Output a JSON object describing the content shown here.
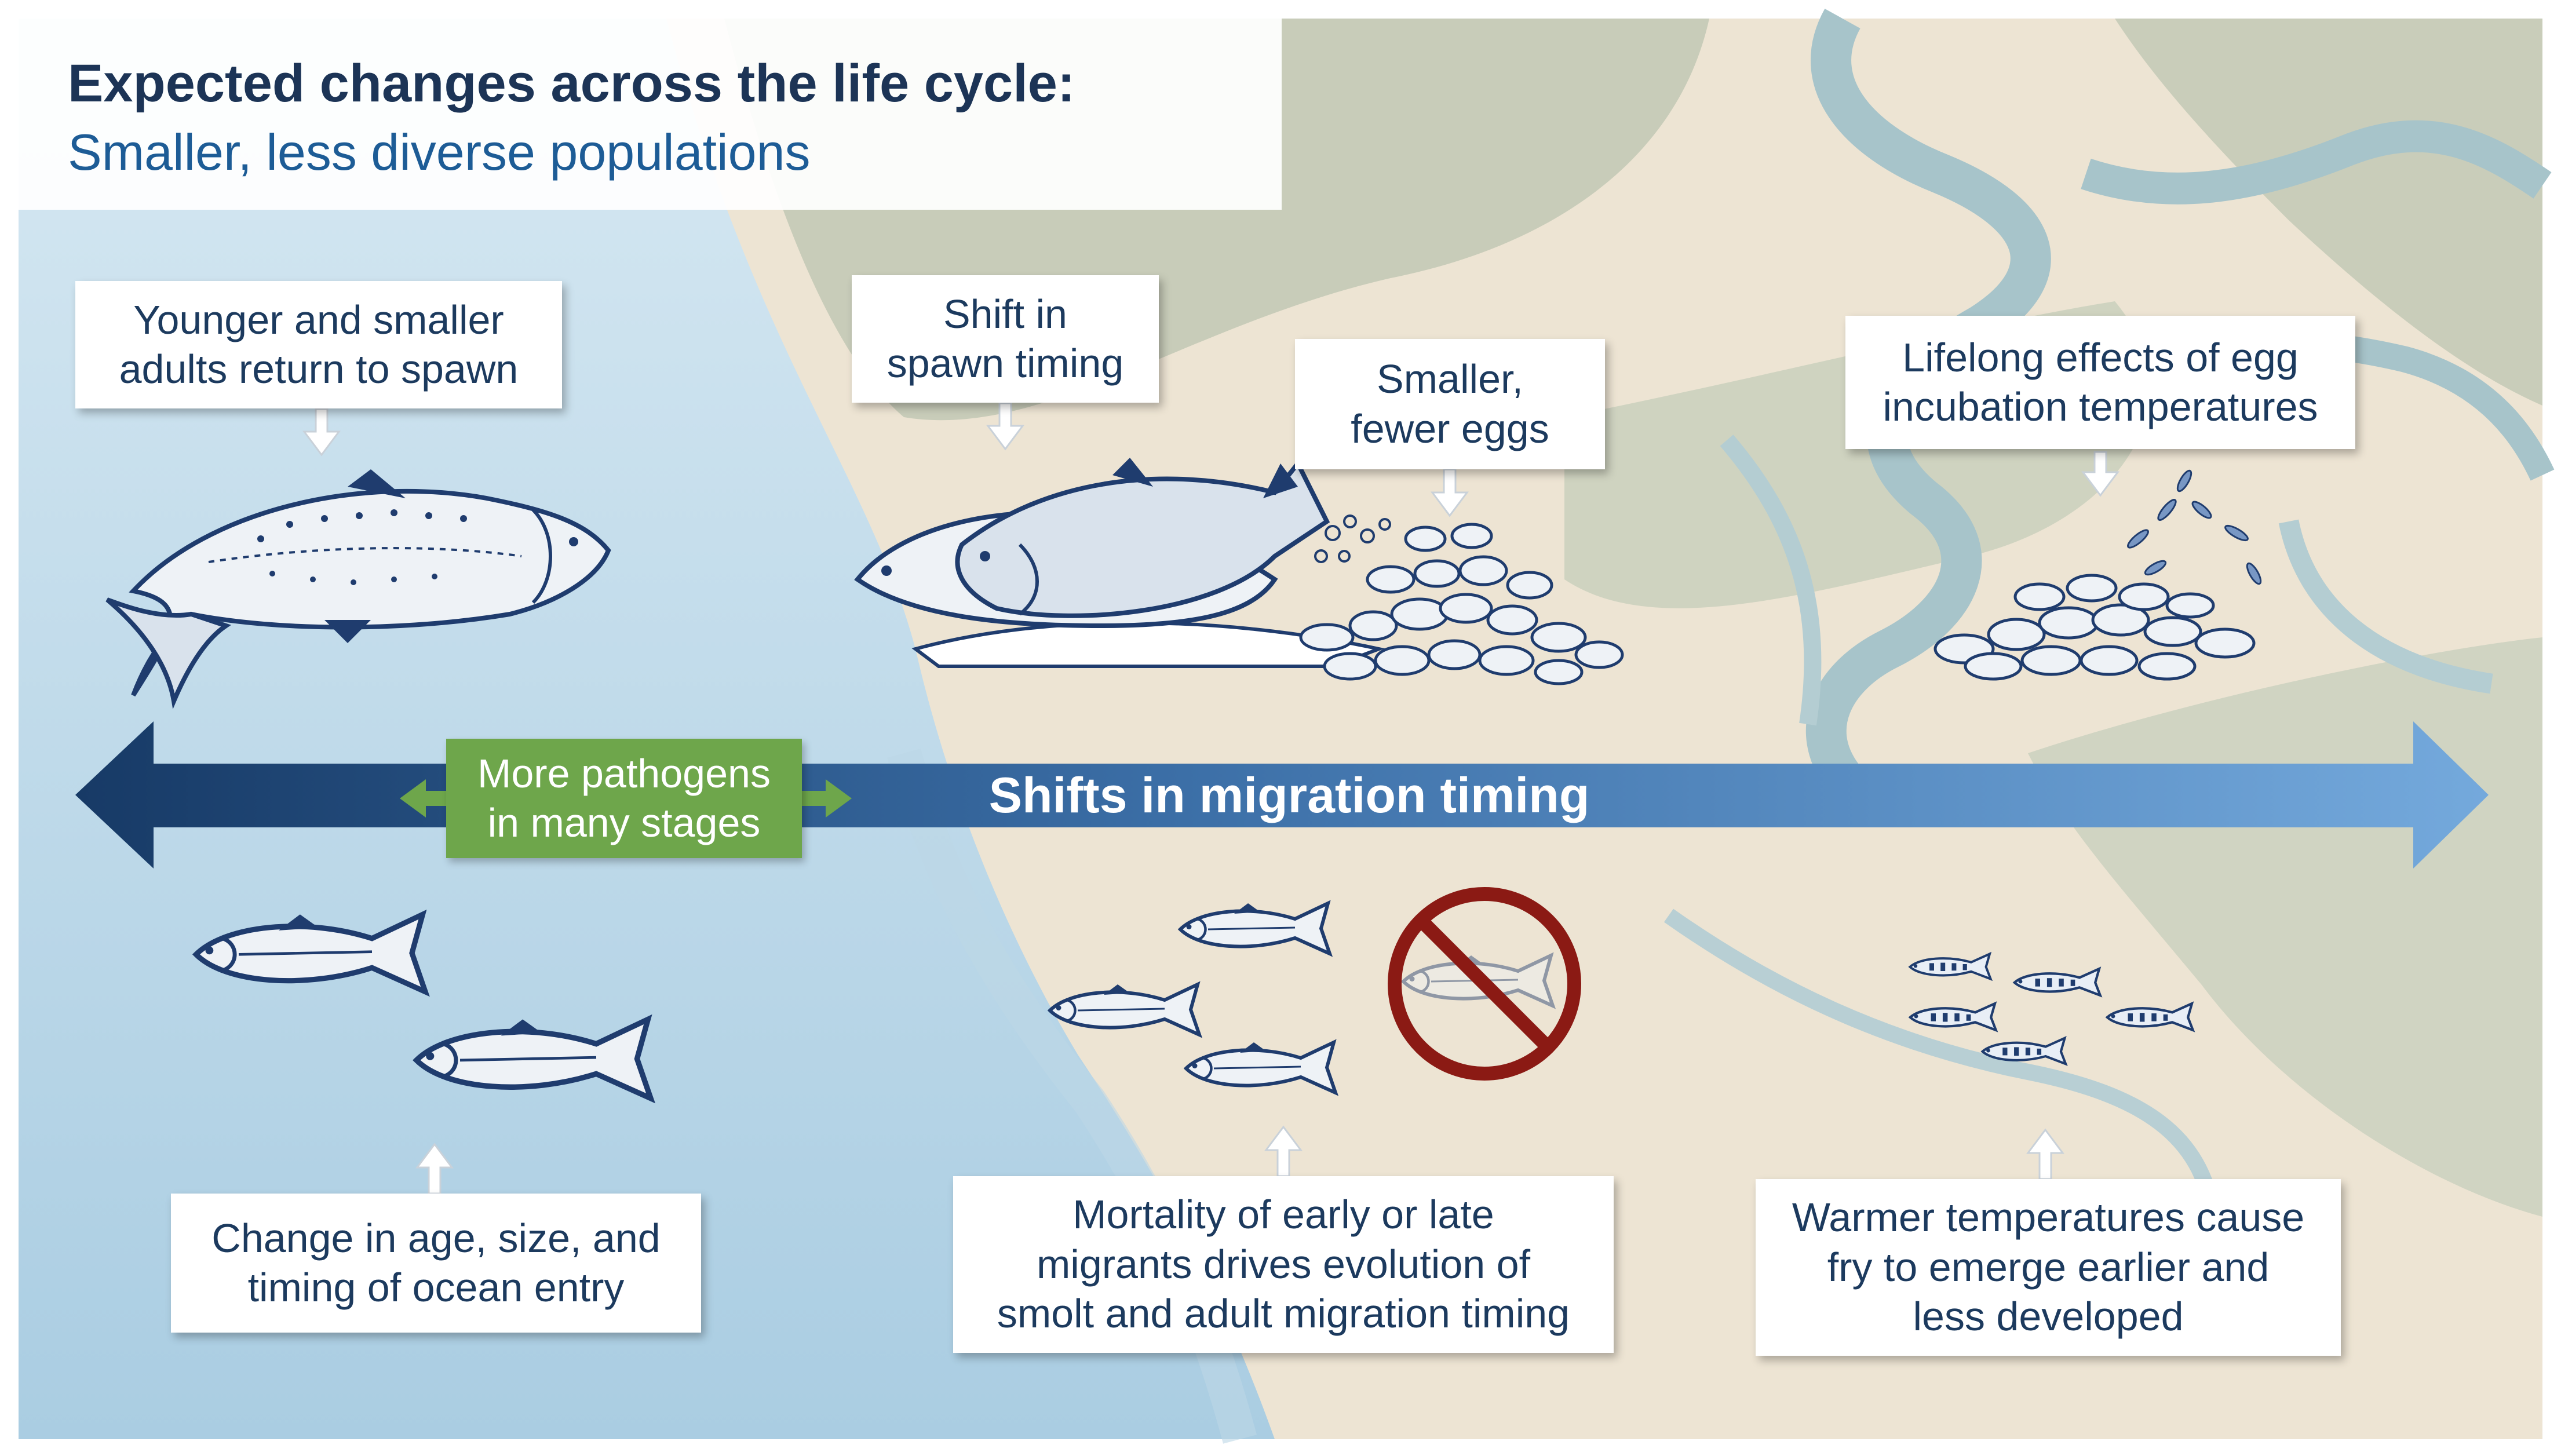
{
  "header": {
    "title": "Expected changes across the life  cycle:",
    "subtitle": "Smaller,  less diverse populations"
  },
  "boxes": {
    "adults_return": "Younger  and smaller\nadults return to spawn",
    "spawn_timing": "Shift in\nspawn timing",
    "fewer_eggs": "Smaller,\nfewer eggs",
    "egg_incubation": "Lifelong effects of egg\nincubation temperatures",
    "ocean_entry": "Change in age, size, and\ntiming of ocean entry",
    "migrant_mortality": "Mortality  of early or late\nmigrants drives evolution  of\nsmolt and adult migration timing",
    "fry_emergence": "Warmer temperatures  cause\nfry to emerge earlier and\nless developed"
  },
  "timeline": {
    "label": "Shifts in migration timing",
    "pathogens": "More pathogens\nin many stages"
  },
  "colors": {
    "ocean_light": "#cfe3ef",
    "ocean_dark": "#a9cde1",
    "sand": "#ede4d3",
    "land_green": "#c2c8b4",
    "river": "#a7c4ca",
    "fish_ink": "#1f3c6e",
    "arrow_dark": "#173a66",
    "arrow_light": "#74a9dc",
    "pathogen_green": "#6ea64b",
    "prohibition_red": "#8b1a14",
    "title_navy": "#1c3456",
    "subtitle_blue": "#1d5c96"
  },
  "icons": {
    "adult_salmon": "salmon-adult-icon",
    "spawning_pair": "spawning-salmon-icon",
    "gravel_redd": "gravel-redd-icon",
    "fry_emerging": "emerging-fry-icon",
    "ocean_juveniles": "juvenile-salmon-icon",
    "smolts": "smolt-icon",
    "no_fish": "prohibited-fish-icon",
    "fry_school": "fry-school-icon"
  }
}
